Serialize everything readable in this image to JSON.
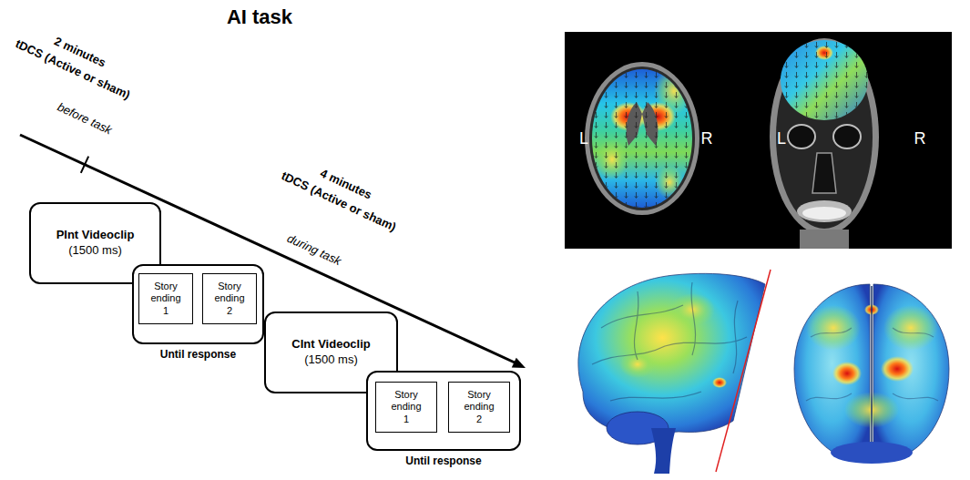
{
  "diagram": {
    "title": "AI task",
    "nodes": [
      {
        "text": [
          "PInt Videoclip",
          "(1500 ms)"
        ]
      },
      {
        "text": [
          "Until response"
        ]
      },
      {
        "text": [
          "Story ending 1"
        ],
        "in": 1
      },
      {
        "text": [
          "Story ending 2"
        ],
        "in": 1
      },
      {
        "text": [
          "CInt Videoclip",
          "(1500 ms)"
        ]
      },
      {
        "text": [
          "Until response"
        ]
      },
      {
        "text": [
          "Story ending 1"
        ],
        "in": 5
      },
      {
        "text": [
          "Story ending 2"
        ],
        "in": 5
      }
    ],
    "labels": [
      "2 minutes",
      "tDCS (Active or sham)",
      "before task",
      "4 minutes",
      "tDCS (Active or sham)",
      "during task",
      "L",
      "R",
      "L",
      "R"
    ]
  }
}
